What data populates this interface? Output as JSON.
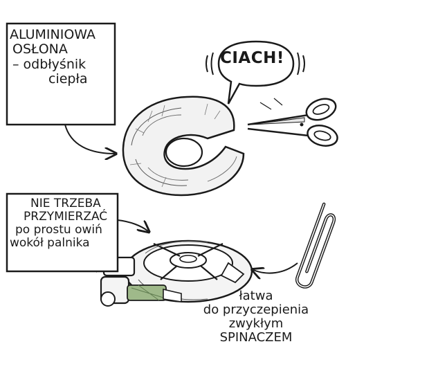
{
  "labels": {
    "shield": [
      "ALUMINIOWA",
      "OSŁONA",
      "– odbłyśnik",
      "ciepła"
    ],
    "fit": [
      "NIE TRZEBA",
      "PRZYMIERZAĆ",
      "po prostu owiń",
      "wokół palnika"
    ],
    "clip": [
      "łatwa",
      "do przyczepienia",
      "zwykłym",
      "SPINACZEM"
    ],
    "sound": "CIACH!"
  },
  "colors": {
    "ink": "#1a1a1a",
    "paper": "#ffffff",
    "valve_tint": "#9fb98a"
  },
  "icons": [
    "aluminium-disc-icon",
    "scissors-icon",
    "paperclip-icon",
    "gas-stove-burner-icon",
    "arrow-icon",
    "speech-bubble-icon"
  ]
}
